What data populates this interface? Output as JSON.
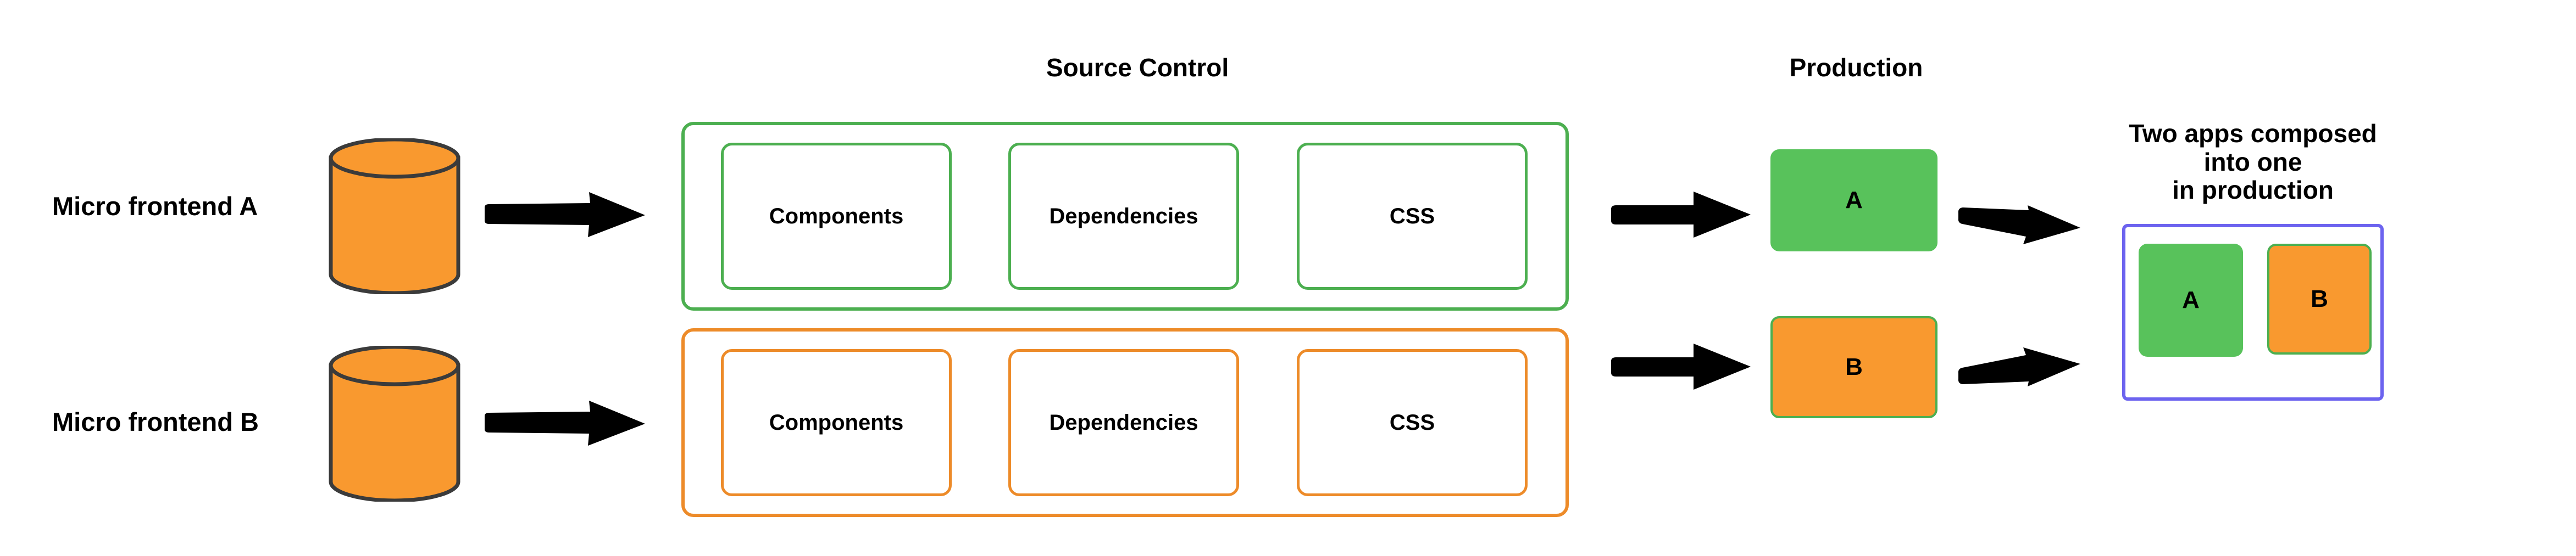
{
  "diagram": {
    "title_source_control": "Source Control",
    "title_production": "Production",
    "colors": {
      "green_stroke": "#4caf50",
      "green_fill": "#58c25b",
      "orange_stroke": "#ed8b29",
      "orange_fill": "#f9992f",
      "purple_stroke": "#6c63ef",
      "cylinder_stroke": "#3b3b3b",
      "arrow_fill": "#000000",
      "text": "#000000",
      "background": "#ffffff"
    }
  },
  "rows": [
    {
      "label": "Micro frontend A",
      "accent": "green",
      "cards": [
        "Components",
        "Dependencies",
        "CSS"
      ],
      "app_label": "A"
    },
    {
      "label": "Micro frontend B",
      "accent": "orange",
      "cards": [
        "Components",
        "Dependencies",
        "CSS"
      ],
      "app_label": "B"
    }
  ],
  "composed": {
    "caption": "Two apps composed into  one\nin production",
    "apps": [
      {
        "label": "A",
        "color": "green"
      },
      {
        "label": "B",
        "color": "orange"
      }
    ]
  }
}
